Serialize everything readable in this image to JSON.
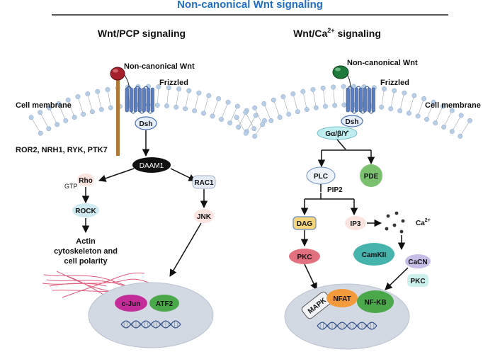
{
  "title": "Non-canonical Wnt signaling",
  "colors": {
    "title": "#1f6fc4",
    "membrane_head": "#b8cde6",
    "receptor": "#5b7fc0",
    "wnt_red": "#a51f2b",
    "wnt_green": "#1e7a3a",
    "ror_rod": "#b07836",
    "daam1": "#111111",
    "nucleus": "#d3d9e3"
  },
  "left": {
    "heading": "Wnt/PCP signaling",
    "ligand": "Non-canonical Wnt",
    "receptor": "Frizzled",
    "membrane": "Cell membrane",
    "coreceptors": "ROR2, NRH1, RYK, PTK7",
    "dsh": "Dsh",
    "daam1": "DAAM1",
    "rho": "Rho",
    "gtp": "GTP",
    "rock": "ROCK",
    "rac1": "RAC1",
    "jnk": "JNK",
    "outcome_line1": "Actin",
    "outcome_line2": "cytoskeleton and",
    "outcome_line3": "cell polarity",
    "tf1": "c-Jun",
    "tf2": "ATF2"
  },
  "right": {
    "heading": "Wnt/Ca",
    "heading_sup": "2+",
    "heading_tail": " signaling",
    "ligand": "Non-canonical Wnt",
    "receptor": "Frizzled",
    "membrane": "Cell membrane",
    "dsh": "Dsh",
    "gprotein": "Gα/β/ϒ",
    "plc": "PLC",
    "pde": "PDE",
    "pip2": "PIP2",
    "dag": "DAG",
    "ip3": "IP3",
    "ca": "Ca",
    "ca_sup": "2+",
    "pkc1": "PKC",
    "camkii": "CamKII",
    "cacn": "CaCN",
    "pkc2": "PKC",
    "mapk": "MAPK",
    "nfat": "NFAT",
    "nfkb": "NF-KB"
  }
}
